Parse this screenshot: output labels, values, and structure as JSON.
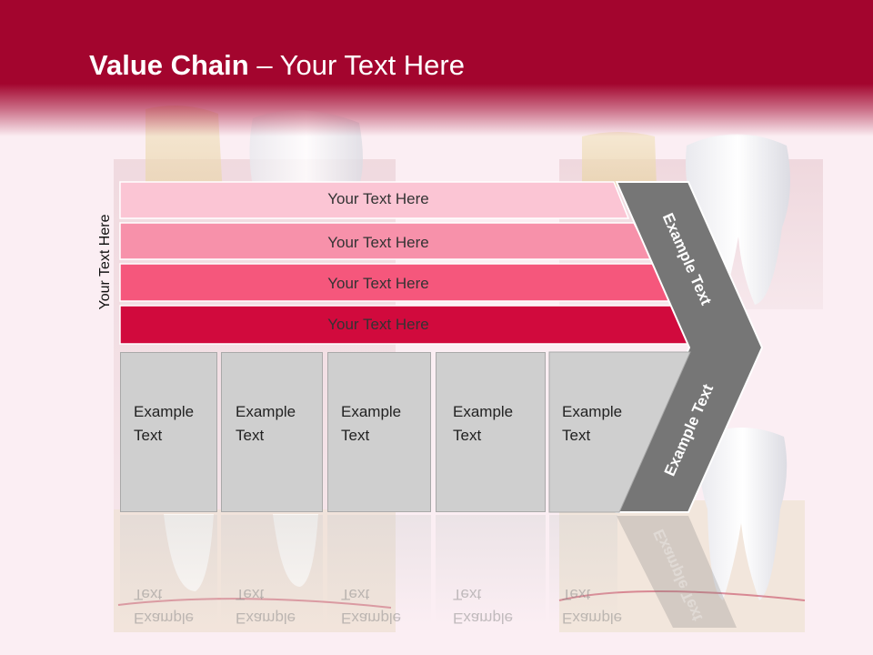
{
  "title": {
    "bold": "Value Chain",
    "rest": " – Your Text Here"
  },
  "side_label": "Your Text Here",
  "bars": [
    {
      "label": "Your Text Here",
      "color": "#fbc5d4"
    },
    {
      "label": "Your Text Here",
      "color": "#f791aa"
    },
    {
      "label": "Your Text Here",
      "color": "#f5577c"
    },
    {
      "label": "Your Text Here",
      "color": "#d10a3d"
    }
  ],
  "columns": [
    {
      "label": "Example\nText"
    },
    {
      "label": "Example\nText"
    },
    {
      "label": "Example\nText"
    },
    {
      "label": "Example\nText"
    },
    {
      "label": "Example\nText"
    }
  ],
  "chevron": {
    "top_label": "Example Text",
    "bottom_label": "Example Text",
    "color": "#767676"
  },
  "colors": {
    "header": "#a3052e",
    "background": "#fbeef3",
    "column": "#cfcfcf"
  }
}
